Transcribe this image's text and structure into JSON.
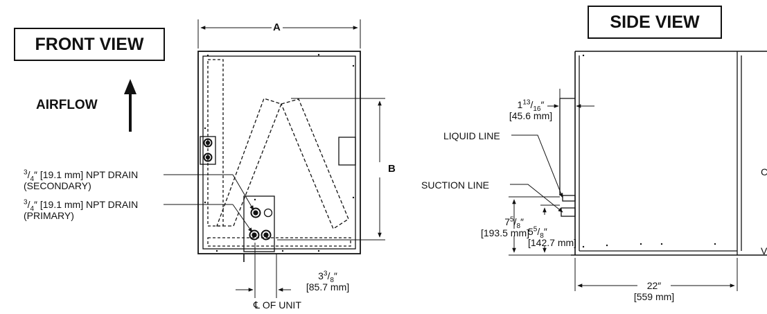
{
  "front": {
    "title": "FRONT VIEW",
    "airflow": "AIRFLOW",
    "dim_a": "A",
    "dim_b": "B",
    "drain_secondary": {
      "size_num": "3",
      "size_den": "4",
      "text": "″ [19.1 mm] NPT DRAIN",
      "sub": "(SECONDARY)"
    },
    "drain_primary": {
      "size_num": "3",
      "size_den": "4",
      "text": "″ [19.1 mm] NPT DRAIN",
      "sub": "(PRIMARY)"
    },
    "offset": {
      "whole": "3",
      "num": "3",
      "den": "8",
      "unit": "″",
      "mm": "[85.7 mm]"
    },
    "centerline": "℄ OF UNIT"
  },
  "side": {
    "title": "SIDE VIEW",
    "flange": {
      "whole": "1",
      "num": "13",
      "den": "16",
      "unit": "″",
      "mm": "[45.6 mm]"
    },
    "liquid_line": "LIQUID LINE",
    "suction_line": "SUCTION LINE",
    "height_suction": {
      "whole": "7",
      "num": "5",
      "den": "8",
      "unit": "″",
      "mm": "[193.5 mm]"
    },
    "height_liquid": {
      "whole": "5",
      "num": "5",
      "den": "8",
      "unit": "″",
      "mm": "[142.7 mm]"
    },
    "depth": {
      "value": "22″",
      "mm": "[559 mm]"
    },
    "edge_letter_1": "C",
    "edge_letter_2": "V"
  }
}
